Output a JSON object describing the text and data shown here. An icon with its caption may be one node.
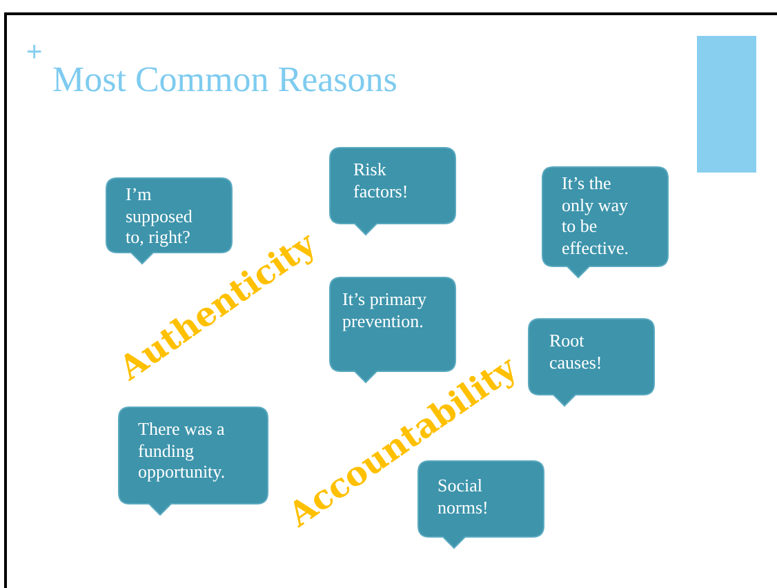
{
  "diagram": {
    "title": "Most Common Reasons",
    "nodes": [
      {
        "text": [
          "I’m supposed to, right?"
        ]
      },
      {
        "text": [
          "Risk factors!"
        ]
      },
      {
        "text": [
          "It’s the only way to be effective."
        ]
      },
      {
        "text": [
          "It’s primary prevention."
        ]
      },
      {
        "text": [
          "Root causes!"
        ]
      },
      {
        "text": [
          "There was a funding opportunity."
        ]
      },
      {
        "text": [
          "Social norms!"
        ]
      },
      {
        "text": [],
        "shape": "bar"
      }
    ],
    "labels": [
      "+",
      "Authenticity",
      "Accountability"
    ]
  }
}
